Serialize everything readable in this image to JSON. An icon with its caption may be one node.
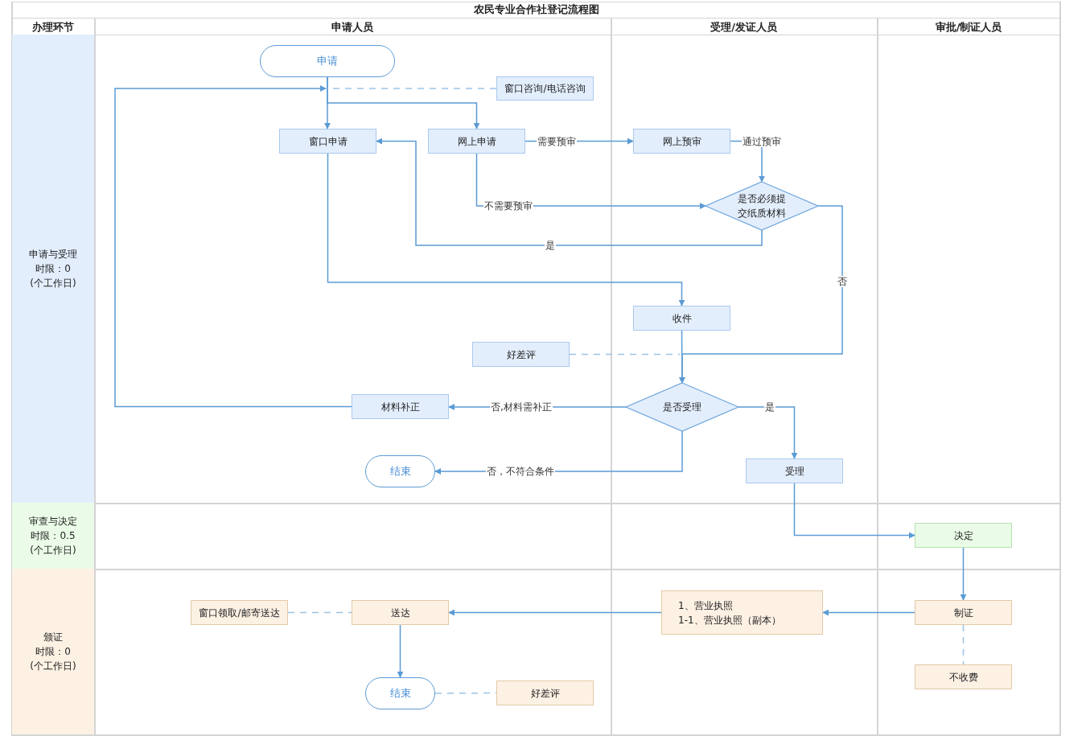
{
  "diagram": {
    "title": "农民专业合作社登记流程图",
    "nodes": [
      {
        "text": [
          "申请与受理",
          "时限：0 (个工作日)"
        ]
      },
      {
        "text": [
          "审查与决定",
          "时限：0.5 (个工作日)"
        ]
      },
      {
        "text": [
          "颁证",
          "时限：0 (个工作日)"
        ]
      },
      {
        "text": [
          "申请"
        ]
      },
      {
        "text": [
          "窗口咨询/电话咨询"
        ]
      },
      {
        "text": [
          "窗口申请"
        ]
      },
      {
        "text": [
          "网上申请"
        ]
      },
      {
        "text": [
          "网上预审"
        ]
      },
      {
        "text": [
          "是否必须提交纸质材料"
        ]
      },
      {
        "text": [
          "收件"
        ]
      },
      {
        "text": [
          "好差评"
        ]
      },
      {
        "text": [
          "是否受理"
        ]
      },
      {
        "text": [
          "材料补正"
        ]
      },
      {
        "text": [
          "结束"
        ]
      },
      {
        "text": [
          "受理"
        ]
      },
      {
        "text": [
          "决定"
        ]
      },
      {
        "text": [
          "窗口领取/邮寄送达"
        ]
      },
      {
        "text": [
          "送达"
        ]
      },
      {
        "text": [
          "1、营业执照",
          "1-1、营业执照（副本）"
        ]
      },
      {
        "text": [
          "制证"
        ]
      },
      {
        "text": [
          "结束"
        ]
      },
      {
        "text": [
          "好差评"
        ]
      },
      {
        "text": [
          "不收费"
        ]
      }
    ],
    "edges": [
      {
        "from": 3,
        "to": 5,
        "arrow": "to"
      },
      {
        "from": 3,
        "to": 6,
        "arrow": "to"
      },
      {
        "from": 4,
        "to": 3,
        "arrow": "none",
        "style": "dashed"
      },
      {
        "from": 6,
        "to": 7,
        "arrow": "to",
        "label": "需要预审"
      },
      {
        "from": 7,
        "to": 8,
        "arrow": "to",
        "label": "通过预审"
      },
      {
        "from": 6,
        "to": 8,
        "arrow": "to",
        "label": "不需要预审"
      },
      {
        "from": 8,
        "to": 5,
        "arrow": "to",
        "label": "是"
      },
      {
        "from": 5,
        "to": 9,
        "arrow": "to"
      },
      {
        "from": 8,
        "to": 11,
        "arrow": "to",
        "label": "否"
      },
      {
        "from": 9,
        "to": 11,
        "arrow": "to"
      },
      {
        "from": 10,
        "to": null,
        "arrow": "none",
        "style": "dashed"
      },
      {
        "from": 11,
        "to": 12,
        "arrow": "to",
        "label": "否,材料需补正"
      },
      {
        "from": 11,
        "to": 13,
        "arrow": "to",
        "label": "否，不符合条件"
      },
      {
        "from": 11,
        "to": 14,
        "arrow": "to",
        "label": "是"
      },
      {
        "from": 12,
        "to": 3,
        "arrow": "to"
      },
      {
        "from": 14,
        "to": 15,
        "arrow": "to"
      },
      {
        "from": 15,
        "to": 19,
        "arrow": "to"
      },
      {
        "from": 19,
        "to": 18,
        "arrow": "to"
      },
      {
        "from": 18,
        "to": 17,
        "arrow": "to"
      },
      {
        "from": 19,
        "to": 22,
        "arrow": "none",
        "style": "dashed"
      },
      {
        "from": 16,
        "to": 17,
        "arrow": "none",
        "style": "dashed"
      },
      {
        "from": 17,
        "to": 20,
        "arrow": "to"
      },
      {
        "from": 20,
        "to": 21,
        "arrow": "none",
        "style": "dashed"
      }
    ],
    "labels": [
      "办理环节",
      "申请人员",
      "受理/发证人员",
      "审批/制证人员"
    ]
  }
}
